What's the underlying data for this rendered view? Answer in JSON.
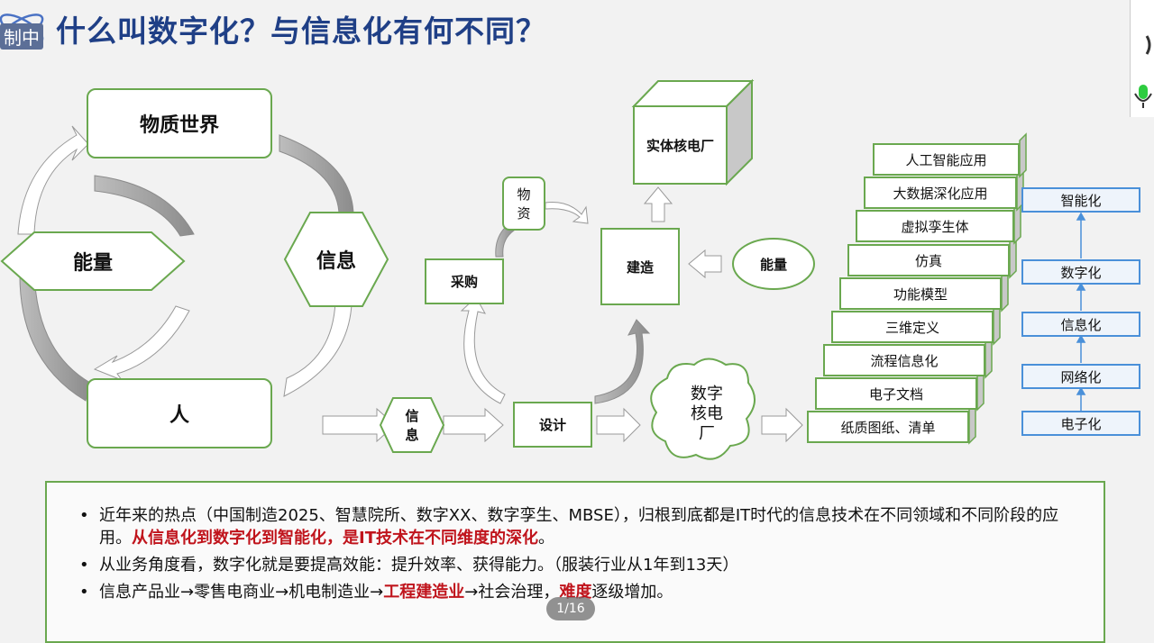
{
  "slide": {
    "title": "什么叫数字化？与信息化有何不同？",
    "logo_text": "制中",
    "page_indicator": "1/16"
  },
  "left_cycle": {
    "top": "物质世界",
    "bottom": "人",
    "left": "能量",
    "right": "信息"
  },
  "process": {
    "materials": "物\n资",
    "purchase": "采购",
    "plant": "实体核电厂",
    "build": "建造",
    "energy": "能量",
    "info": "信\n息",
    "design": "设计",
    "digital_plant": "数字\n核电\n厂"
  },
  "stairs": [
    "纸质图纸、清单",
    "电子文档",
    "流程信息化",
    "三维定义",
    "功能模型",
    "仿真",
    "虚拟孪生体",
    "大数据深化应用",
    "人工智能应用"
  ],
  "levels": [
    "电子化",
    "网络化",
    "信息化",
    "数字化",
    "智能化"
  ],
  "notes": [
    {
      "parts": [
        {
          "t": "近年来的热点（中国制造2025、智慧院所、数字XX、数字孪生、MBSE），归根到底都是IT时代的信息技术在不同领域和不同阶段的应用。",
          "red": false
        },
        {
          "t": "从信息化到数字化到智能化，是IT技术在不同维度的深化",
          "red": true
        },
        {
          "t": "。",
          "red": false
        }
      ]
    },
    {
      "parts": [
        {
          "t": "从业务角度看，数字化就是要提高效能：提升效率、获得能力。（服装行业从1年到13天）",
          "red": false
        }
      ]
    },
    {
      "parts": [
        {
          "t": "信息产品业→零售电商业→机电制造业→",
          "red": false
        },
        {
          "t": "工程建造业",
          "red": true
        },
        {
          "t": "→社会治理，",
          "red": false
        },
        {
          "t": "难度",
          "red": true
        },
        {
          "t": "逐级增加。",
          "red": false
        }
      ]
    }
  ],
  "colors": {
    "title": "#1f3f86",
    "green": "#6aa84f",
    "blue": "#4a90d9",
    "red": "#c0141c"
  }
}
